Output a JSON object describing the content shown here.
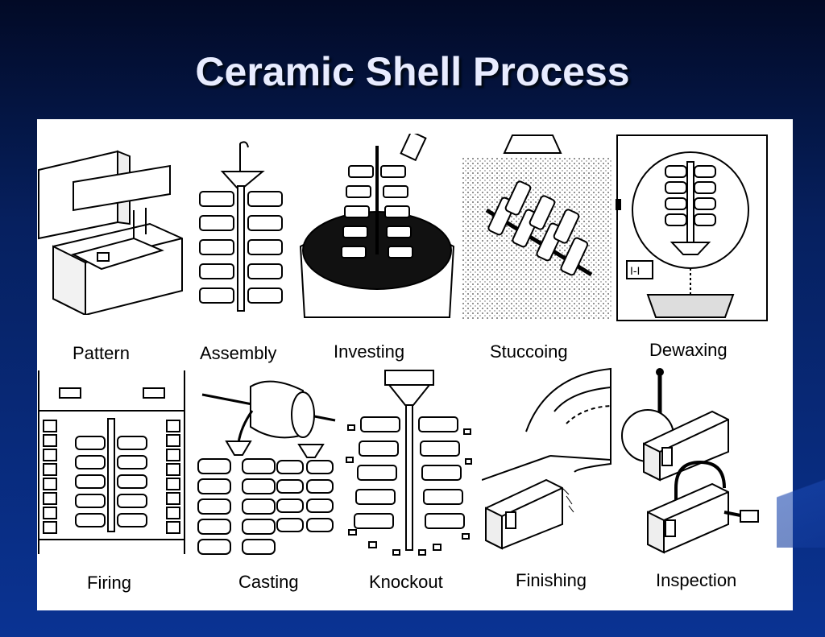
{
  "slide": {
    "title": "Ceramic Shell Process",
    "colors": {
      "background": "#06205f",
      "title": "#e8ecff",
      "panel": "#ffffff",
      "ink": "#000000"
    }
  },
  "steps": [
    {
      "label": "Pattern",
      "icon": "pattern-die-icon"
    },
    {
      "label": "Assembly",
      "icon": "wax-tree-icon"
    },
    {
      "label": "Investing",
      "icon": "slurry-dip-icon"
    },
    {
      "label": "Stuccoing",
      "icon": "sand-rain-icon"
    },
    {
      "label": "Dewaxing",
      "icon": "autoclave-icon"
    },
    {
      "label": "Firing",
      "icon": "kiln-icon"
    },
    {
      "label": "Casting",
      "icon": "ladle-pour-icon"
    },
    {
      "label": "Knockout",
      "icon": "shell-break-icon"
    },
    {
      "label": "Finishing",
      "icon": "grinding-wheel-icon"
    },
    {
      "label": "Inspection",
      "icon": "micrometer-icon"
    }
  ]
}
